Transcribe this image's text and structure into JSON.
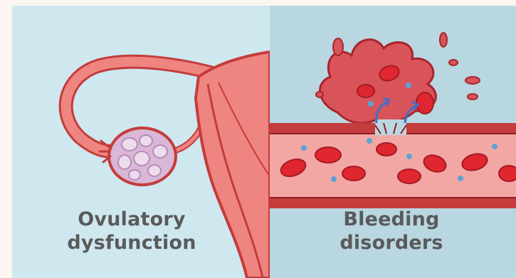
{
  "panels": [
    {
      "id": "left",
      "caption": "Ovulatory\ndysfunction"
    },
    {
      "id": "right",
      "caption": "Bleeding\ndisorders"
    }
  ],
  "colors": {
    "left_bg": "#cfe8f0",
    "right_bg": "#b9d7e0",
    "tissue": "#ef8580",
    "tissue_dark": "#c43c3c",
    "blood_cell": "#e0262f",
    "platelet": "#5aa3d6",
    "caption_text": "#5a5a5a"
  }
}
